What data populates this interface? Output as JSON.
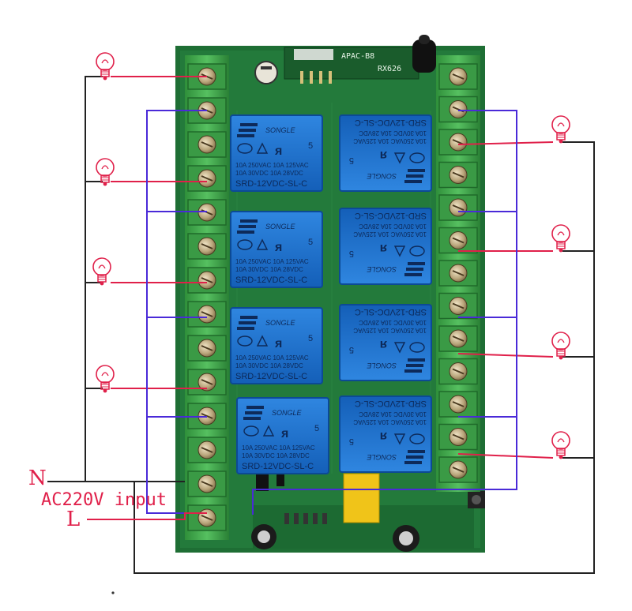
{
  "diagram": {
    "labels": {
      "neutral": "N",
      "live": "L",
      "input": "AC220V input"
    },
    "board": {
      "model_text": "APAC-B8",
      "module_text": "RX626"
    },
    "relays": [
      {
        "brand": "SONGLE",
        "rating1": "10A 250VAC  10A 125VAC",
        "rating2": "10A 30VDC  10A 28VDC",
        "model": "SRD-12VDC-SL-C"
      },
      {
        "brand": "SONGLE",
        "rating1": "10A 250VAC  10A 125VAC",
        "rating2": "10A 30VDC  10A 28VDC",
        "model": "SRD-12VDC-SL-C"
      },
      {
        "brand": "SONGLE",
        "rating1": "10A 250VAC  10A 125VAC",
        "rating2": "10A 30VDC  10A 28VDC",
        "model": "SRD-12VDC-SL-C"
      },
      {
        "brand": "SONGLE",
        "rating1": "10A 250VAC  10A 125VAC",
        "rating2": "10A 30VDC  10A 28VDC",
        "model": "SRD-12VDC-SL-C"
      },
      {
        "brand": "SONGLE",
        "rating1": "10A 250VAC  10A 125VAC",
        "rating2": "10A 30VDC  10A 28VDC",
        "model": "SRD-12VDC-SL-C"
      },
      {
        "brand": "SONGLE",
        "rating1": "10A 250VAC  10A 125VAC",
        "rating2": "10A 30VDC  10A 28VDC",
        "model": "SRD-12VDC-SL-C"
      },
      {
        "brand": "SONGLE",
        "rating1": "10A 250VAC  10A 125VAC",
        "rating2": "10A 30VDC  10A 28VDC",
        "model": "SRD-12VDC-SL-C"
      },
      {
        "brand": "SONGLE",
        "rating1": "10A 250VAC  10A 125VAC",
        "rating2": "10A 30VDC  10A 28VDC",
        "model": "SRD-12VDC-SL-C"
      }
    ],
    "colors": {
      "live_wire": "#e0204a",
      "common_wire": "#4a2ad8",
      "neutral_wire": "#222222",
      "pcb": "#1f7a3a",
      "terminal": "#3fa84a",
      "relay": "#1a6fd0"
    },
    "bulb_count": 8
  }
}
